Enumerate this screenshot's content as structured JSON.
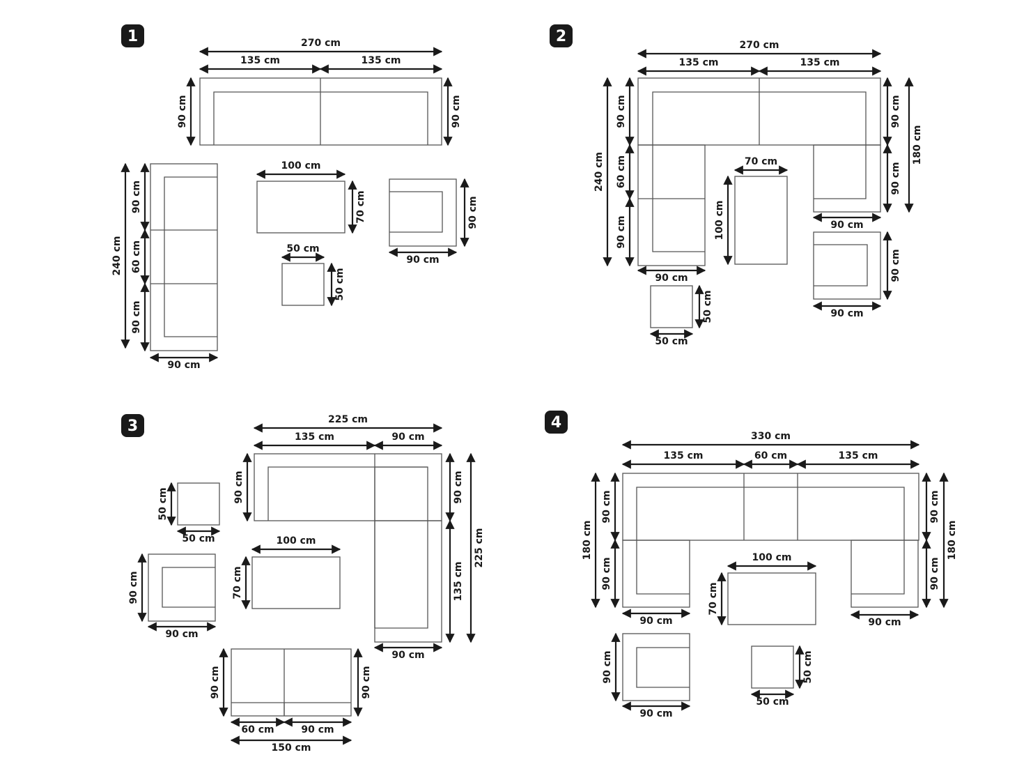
{
  "badges": [
    "1",
    "2",
    "3",
    "4"
  ],
  "units": "cm",
  "colors": {
    "badge": "#1a1a1a",
    "furniture_outline": "#555555",
    "dimension": "#1a1a1a"
  },
  "layouts": [
    {
      "number": "1",
      "pieces": [
        {
          "name": "sofa-135-left",
          "w": 135,
          "d": 90
        },
        {
          "name": "sofa-135-right",
          "w": 135,
          "d": 90
        },
        {
          "name": "corner-sofa-90",
          "w": 90,
          "d": 90
        },
        {
          "name": "middle-seat-60",
          "w": 90,
          "d": 60
        },
        {
          "name": "end-sofa-90",
          "w": 90,
          "d": 90
        },
        {
          "name": "coffee-table",
          "w": 100,
          "d": 70
        },
        {
          "name": "armchair",
          "w": 90,
          "d": 90
        },
        {
          "name": "side-table",
          "w": 50,
          "d": 50
        }
      ],
      "labels": [
        "270 cm",
        "135 cm",
        "135 cm",
        "90 cm",
        "90 cm",
        "240 cm",
        "90 cm",
        "60 cm",
        "90 cm",
        "90 cm",
        "100 cm",
        "70 cm",
        "50 cm",
        "50 cm",
        "90 cm",
        "90 cm"
      ]
    },
    {
      "number": "2",
      "pieces": [
        {
          "name": "sofa-135-left",
          "w": 135,
          "d": 90
        },
        {
          "name": "sofa-135-right",
          "w": 135,
          "d": 90
        },
        {
          "name": "left-chaise-60",
          "w": 90,
          "d": 60
        },
        {
          "name": "left-end-90",
          "w": 90,
          "d": 90
        },
        {
          "name": "right-end-90",
          "w": 90,
          "d": 90
        },
        {
          "name": "coffee-table",
          "w": 70,
          "d": 100
        },
        {
          "name": "armchair",
          "w": 90,
          "d": 90
        },
        {
          "name": "side-table",
          "w": 50,
          "d": 50
        }
      ],
      "labels": [
        "270 cm",
        "135 cm",
        "135 cm",
        "240 cm",
        "90 cm",
        "60 cm",
        "90 cm",
        "90 cm",
        "70 cm",
        "100 cm",
        "90 cm",
        "90 cm",
        "180 cm",
        "90 cm",
        "90 cm",
        "90 cm",
        "50 cm",
        "50 cm"
      ]
    },
    {
      "number": "3",
      "pieces": [
        {
          "name": "sofa-135",
          "w": 135,
          "d": 90
        },
        {
          "name": "corner-90",
          "w": 90,
          "d": 90
        },
        {
          "name": "chaise-135",
          "w": 90,
          "d": 135
        },
        {
          "name": "side-table",
          "w": 50,
          "d": 50
        },
        {
          "name": "armchair",
          "w": 90,
          "d": 90
        },
        {
          "name": "coffee-table",
          "w": 100,
          "d": 70
        },
        {
          "name": "loveseat-60",
          "w": 60,
          "d": 90
        },
        {
          "name": "loveseat-90",
          "w": 90,
          "d": 90
        }
      ],
      "labels": [
        "225 cm",
        "135 cm",
        "90 cm",
        "90 cm",
        "90 cm",
        "225 cm",
        "135 cm",
        "90 cm",
        "50 cm",
        "50 cm",
        "90 cm",
        "90 cm",
        "100 cm",
        "70 cm",
        "90 cm",
        "90 cm",
        "60 cm",
        "90 cm",
        "150 cm"
      ]
    },
    {
      "number": "4",
      "pieces": [
        {
          "name": "sofa-135-left",
          "w": 135,
          "d": 90
        },
        {
          "name": "middle-60",
          "w": 60,
          "d": 90
        },
        {
          "name": "sofa-135-right",
          "w": 135,
          "d": 90
        },
        {
          "name": "left-end-90",
          "w": 90,
          "d": 90
        },
        {
          "name": "right-end-90",
          "w": 90,
          "d": 90
        },
        {
          "name": "coffee-table",
          "w": 100,
          "d": 70
        },
        {
          "name": "armchair",
          "w": 90,
          "d": 90
        },
        {
          "name": "side-table",
          "w": 50,
          "d": 50
        }
      ],
      "labels": [
        "330 cm",
        "135 cm",
        "60 cm",
        "135 cm",
        "180 cm",
        "90 cm",
        "90 cm",
        "90 cm",
        "90 cm",
        "180 cm",
        "90 cm",
        "90 cm",
        "100 cm",
        "70 cm",
        "90 cm",
        "90 cm",
        "50 cm",
        "50 cm"
      ]
    }
  ]
}
